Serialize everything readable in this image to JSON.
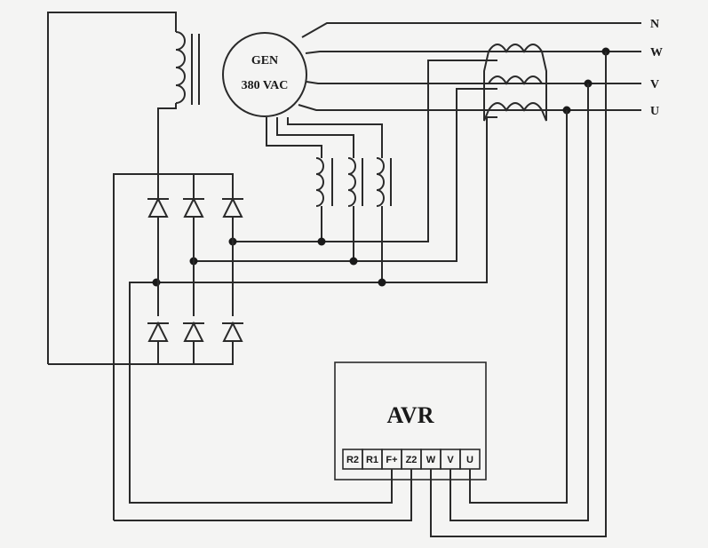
{
  "generator": {
    "name": "GEN",
    "rating": "380 VAC"
  },
  "phases": {
    "neutral": "N",
    "w": "W",
    "v": "V",
    "u": "U"
  },
  "avr": {
    "title": "AVR",
    "terminals": [
      "R2",
      "R1",
      "F+",
      "Z2",
      "W",
      "V",
      "U"
    ]
  }
}
